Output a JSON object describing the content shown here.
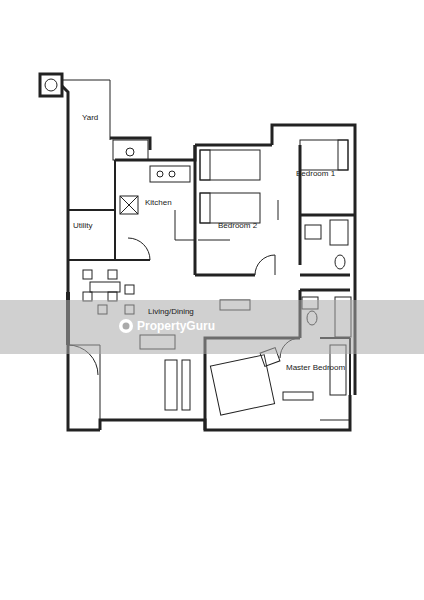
{
  "diagram": {
    "labels": [
      "Yard",
      "Kitchen",
      "Utility",
      "Bedroom 2",
      "Bedroom 1",
      "Living/Dining",
      "Master Bedroom",
      "PropertyGuru"
    ]
  }
}
